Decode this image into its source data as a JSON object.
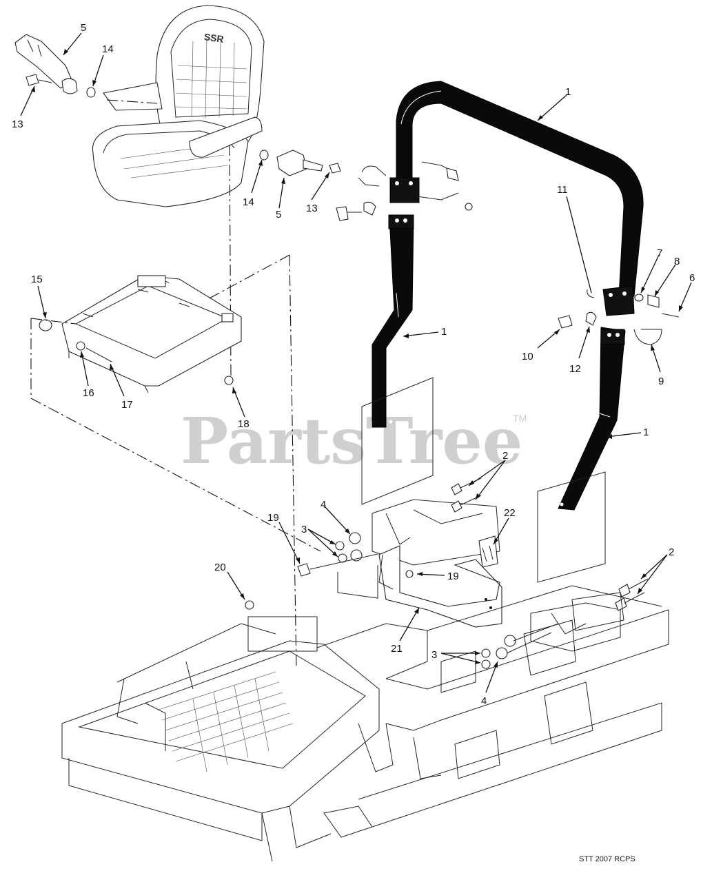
{
  "watermark": {
    "text": "PartsTree",
    "trademark": "TM"
  },
  "diagram_code": "STT 2007 RCPS",
  "callouts": [
    {
      "id": "c-5a",
      "label": "5"
    },
    {
      "id": "c-14a",
      "label": "14"
    },
    {
      "id": "c-13a",
      "label": "13"
    },
    {
      "id": "c-14b",
      "label": "14"
    },
    {
      "id": "c-5b",
      "label": "5"
    },
    {
      "id": "c-13b",
      "label": "13"
    },
    {
      "id": "c-1a",
      "label": "1"
    },
    {
      "id": "c-1b",
      "label": "1"
    },
    {
      "id": "c-1c",
      "label": "1"
    },
    {
      "id": "c-11",
      "label": "11"
    },
    {
      "id": "c-7",
      "label": "7"
    },
    {
      "id": "c-8",
      "label": "8"
    },
    {
      "id": "c-6",
      "label": "6"
    },
    {
      "id": "c-10",
      "label": "10"
    },
    {
      "id": "c-12",
      "label": "12"
    },
    {
      "id": "c-9",
      "label": "9"
    },
    {
      "id": "c-15",
      "label": "15"
    },
    {
      "id": "c-16",
      "label": "16"
    },
    {
      "id": "c-17",
      "label": "17"
    },
    {
      "id": "c-18",
      "label": "18"
    },
    {
      "id": "c-2a",
      "label": "2"
    },
    {
      "id": "c-2b",
      "label": "2"
    },
    {
      "id": "c-22",
      "label": "22"
    },
    {
      "id": "c-19a",
      "label": "19"
    },
    {
      "id": "c-19b",
      "label": "19"
    },
    {
      "id": "c-3a",
      "label": "3"
    },
    {
      "id": "c-4a",
      "label": "4"
    },
    {
      "id": "c-20",
      "label": "20"
    },
    {
      "id": "c-21",
      "label": "21"
    },
    {
      "id": "c-3b",
      "label": "3"
    },
    {
      "id": "c-4b",
      "label": "4"
    }
  ]
}
